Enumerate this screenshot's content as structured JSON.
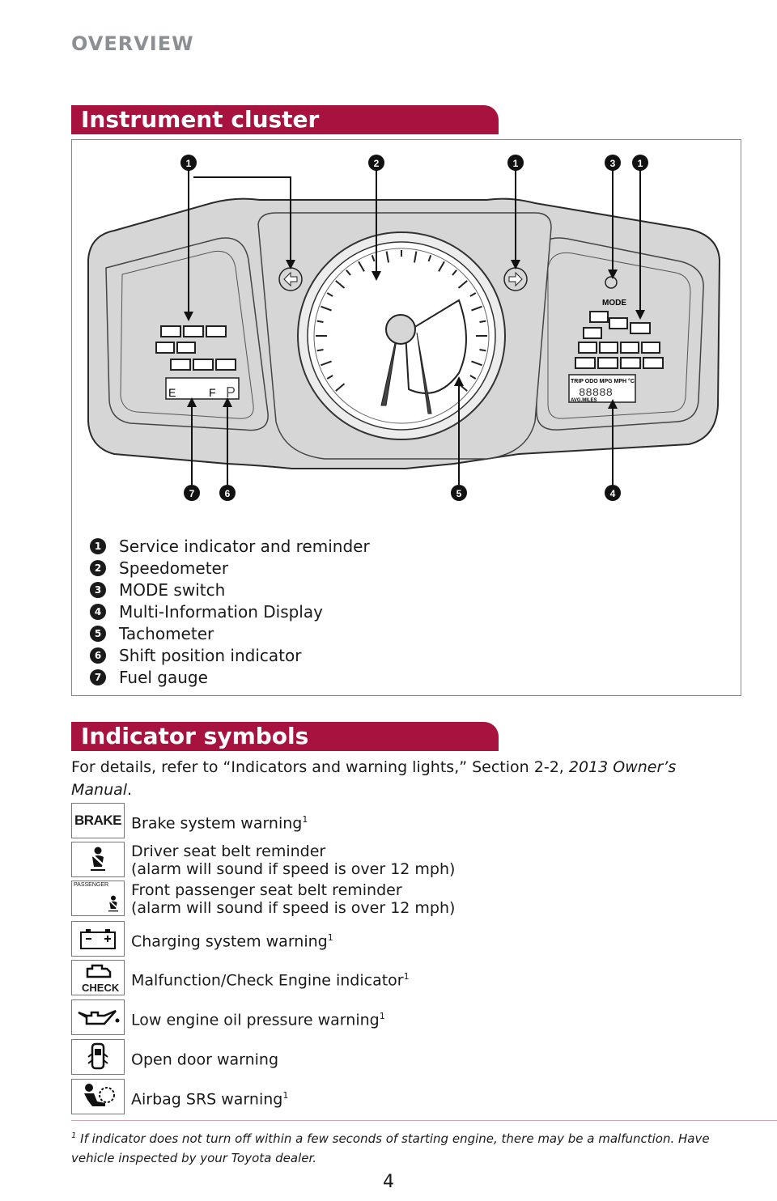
{
  "section_title": "OVERVIEW",
  "instrument_cluster": {
    "heading": "Instrument cluster",
    "mode_label": "MODE",
    "mid_labels": "TRIP ODO MPG MPH °C",
    "avg_label": "AVG.MILES",
    "fuel_e": "E",
    "fuel_f": "F",
    "callouts": [
      "1",
      "2",
      "1",
      "3",
      "1",
      "7",
      "6",
      "5",
      "4"
    ],
    "legend": [
      {
        "num": "1",
        "label": "Service indicator and reminder"
      },
      {
        "num": "2",
        "label": "Speedometer"
      },
      {
        "num": "3",
        "label": "MODE switch"
      },
      {
        "num": "4",
        "label": "Multi-Information Display"
      },
      {
        "num": "5",
        "label": "Tachometer"
      },
      {
        "num": "6",
        "label": "Shift position indicator"
      },
      {
        "num": "7",
        "label": "Fuel gauge"
      }
    ]
  },
  "indicator_symbols": {
    "heading": "Indicator symbols",
    "intro_prefix": "For details, refer to “Indicators and warning lights,” Section 2-2, ",
    "intro_manual": "2013 Owner’s Manual",
    "intro_suffix": ".",
    "items": [
      {
        "icon": "brake-icon",
        "icon_text": "BRAKE",
        "label": "Brake system warning",
        "sup": "1",
        "label2": ""
      },
      {
        "icon": "seatbelt-icon",
        "icon_text": "",
        "label": "Driver seat belt reminder",
        "sup": "",
        "label2": "(alarm will sound if speed is over 12 mph)"
      },
      {
        "icon": "passenger-seatbelt-icon",
        "icon_text": "PASSENGER",
        "label": "Front passenger seat belt reminder",
        "sup": "",
        "label2": "(alarm will sound if speed is over 12 mph)"
      },
      {
        "icon": "battery-icon",
        "icon_text": "",
        "label": "Charging system warning",
        "sup": "1",
        "label2": ""
      },
      {
        "icon": "check-engine-icon",
        "icon_text": "CHECK",
        "label": "Malfunction/Check Engine indicator",
        "sup": "1",
        "label2": ""
      },
      {
        "icon": "oil-can-icon",
        "icon_text": "",
        "label": "Low engine oil pressure warning",
        "sup": "1",
        "label2": ""
      },
      {
        "icon": "open-door-icon",
        "icon_text": "",
        "label": "Open door warning",
        "sup": "",
        "label2": ""
      },
      {
        "icon": "airbag-icon",
        "icon_text": "",
        "label": "Airbag SRS warning",
        "sup": "1",
        "label2": ""
      }
    ]
  },
  "footnote": {
    "mark": "1",
    "text": "If indicator does not turn off within a few seconds of starting engine, there may be a malfunction. Have vehicle inspected by your Toyota dealer."
  },
  "page_number": "4"
}
